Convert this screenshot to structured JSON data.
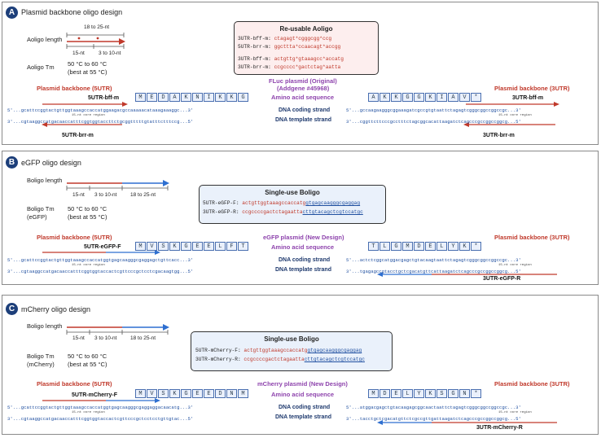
{
  "panelA": {
    "badge": "A",
    "title": "Plasmid backbone oligo design",
    "length_label": "Aoligo length",
    "seg_top": "18 to 25-nt",
    "seg_left": "15-nt",
    "seg_mid": "3 to 10-nt",
    "tm_label": "Aoligo Tm",
    "tm_value": "50 °C to 60 °C",
    "tm_best": "(best at 55 °C)",
    "box_title": "Re-usable Aoligo",
    "oligos": [
      {
        "name": "3UTR-bff-m:",
        "seq": "ctagagt*cgggcgg*ccg"
      },
      {
        "name": "5UTR-brr-m:",
        "seq": "ggcttta*ccaacagt*accgg"
      },
      {
        "name": "3UTR-bff-m:",
        "seq": "actgttg*gtaaagcc*accatg"
      },
      {
        "name": "3UTR-brr-m:",
        "seq": "ccgcccc*gactctag*aatta"
      }
    ],
    "bb_left": "Plasmid backbone (5UTR)",
    "bb_right": "Plasmid backbone (3UTR)",
    "center_title": "FLuc plasmid (Original)",
    "center_sub": "(Addgene #45968)",
    "aa_label": "Amino acid sequence",
    "coding_label": "DNA coding strand",
    "template_label": "DNA template strand",
    "primer_top_left": "5UTR-bff-m",
    "primer_top_right": "3UTR-bff-m",
    "primer_bot_left": "5UTR-brr-m",
    "primer_bot_right": "3UTR-brr-m",
    "aa_left": [
      "M",
      "E",
      "D",
      "A",
      "K",
      "N",
      "I",
      "K",
      "K",
      "G"
    ],
    "aa_right": [
      "A",
      "K",
      "K",
      "G",
      "G",
      "K",
      "I",
      "A",
      "V",
      "*"
    ],
    "seq_coding_left": "5'...gcattccggtactgttggtaaagccaccatggaagacgccaaaaacataaagaaaggc...3'",
    "seq_template_left": "3'...cgtaaggccatgacaaccatttcggtggtaccttctgcggtttttgtatttctttccg...5'",
    "seq_coding_right": "5'...gccaagaagggcggaaagatcgccgtgtaattctagagtcgggcggccggccgc...3'",
    "seq_template_right": "3'...cggttcttcccgcctttctagcggcacattaagatctcagcccgccggccggcg...5'",
    "core_left": "15-nt core region",
    "core_right": "15-nt core region"
  },
  "panelB": {
    "badge": "B",
    "title": "eGFP oligo design",
    "length_label": "Boligo length",
    "seg_left": "15-nt",
    "seg_mid": "3 to 10-nt",
    "seg_right": "18 to 25-nt",
    "tm_label": "Boligo Tm",
    "tm_label2": "(eGFP)",
    "tm_value": "50 °C to 60 °C",
    "tm_best": "(best at 55 °C)",
    "box_title": "Single-use Boligo",
    "oligos": [
      {
        "name": "5UTR-eGFP-F:",
        "seq_red": "actgttggtaaagccaccatg",
        "seq_blue": "gtgagcaagggcgaggag"
      },
      {
        "name": "3UTR-eGFP-R:",
        "seq_red": "ccgccccgactctagaatta",
        "seq_blue": "cttgtacagctcgtccatgc"
      }
    ],
    "bb_left": "Plasmid backbone (5UTR)",
    "bb_right": "Plasmid backbone (3UTR)",
    "center_title": "eGFP plasmid (New Design)",
    "aa_label": "Amino acid sequence",
    "coding_label": "DNA coding strand",
    "template_label": "DNA template strand",
    "primer_top_left": "5UTR-eGFP-F",
    "primer_bot_right": "3UTR-eGFP-R",
    "aa_left": [
      "M",
      "V",
      "S",
      "K",
      "G",
      "E",
      "E",
      "L",
      "F",
      "T"
    ],
    "aa_right": [
      "T",
      "L",
      "G",
      "M",
      "D",
      "E",
      "L",
      "Y",
      "K",
      "*"
    ],
    "seq_coding_left": "5'...gcattccggtactgttggtaaagccaccatggtgagcaagggcgaggagctgttcacc...3'",
    "seq_template_left": "3'...cgtaaggccatgacaaccatttcggtggtaccactcgttcccgctcctcgacaagtgg...5'",
    "seq_coding_right": "5'...actctcggcatggacgagctgtacaagtaattctagagtcgggcggccggccgc...3'",
    "seq_template_right": "3'...tgagagccgtacctgctcgacatgttcattaagatctcagcccgccggccggcg...5'",
    "core_left": "15-nt core region",
    "core_right": "15-nt core region"
  },
  "panelC": {
    "badge": "C",
    "title": "mCherry oligo design",
    "length_label": "Boligo length",
    "seg_left": "15-nt",
    "seg_mid": "3 to 10-nt",
    "seg_right": "18 to 25-nt",
    "tm_label": "Boligo Tm",
    "tm_label2": "(mCherry)",
    "tm_value": "50 °C to 60 °C",
    "tm_best": "(best at 55 °C)",
    "box_title": "Single-use Boligo",
    "oligos": [
      {
        "name": "5UTR-mCherry-F:",
        "seq_red": "actgttggtaaagccaccatg",
        "seq_blue": "gtgagcaagggcgaggag"
      },
      {
        "name": "3UTR-mCherry-R:",
        "seq_red": "ccgccccgactctagaatta",
        "seq_blue": "cttgtacagctcgtccatgc"
      }
    ],
    "bb_left": "Plasmid backbone (5UTR)",
    "bb_right": "Plasmid backbone (3UTR)",
    "center_title": "mCherry plasmid (New Design)",
    "aa_label": "Amino acid sequence",
    "coding_label": "DNA coding strand",
    "template_label": "DNA template strand",
    "primer_top_left": "5UTR-mCherry-F",
    "primer_bot_right": "3UTR-mCherry-R",
    "aa_left": [
      "M",
      "V",
      "S",
      "K",
      "G",
      "E",
      "E",
      "D",
      "N",
      "M"
    ],
    "aa_right": [
      "M",
      "D",
      "E",
      "L",
      "Y",
      "K",
      "S",
      "G",
      "N",
      "*"
    ],
    "seq_coding_left": "5'...gcattccggtactgttggtaaagccaccatggtgagcaagggcgaggaggacaacatg...3'",
    "seq_template_left": "3'...cgtaaggccatgacaaccatttcggtggtaccactcgttcccgctcctcctgttgtac...5'",
    "seq_coding_right": "5'...atggacgagctgtacaagagcggcaactaattctagagtcgggcggccggccgc...3'",
    "seq_template_right": "3'...tacctgctcgacatgttctcgccgttgattaagatctcagcccgccggccggcg...5'",
    "core_left": "15-nt core region",
    "core_right": "15-nt core region"
  },
  "colors": {
    "red": "#c0392b",
    "blue": "#1f4fa0",
    "purple": "#8e44ad",
    "badge": "#1d3f7a"
  }
}
